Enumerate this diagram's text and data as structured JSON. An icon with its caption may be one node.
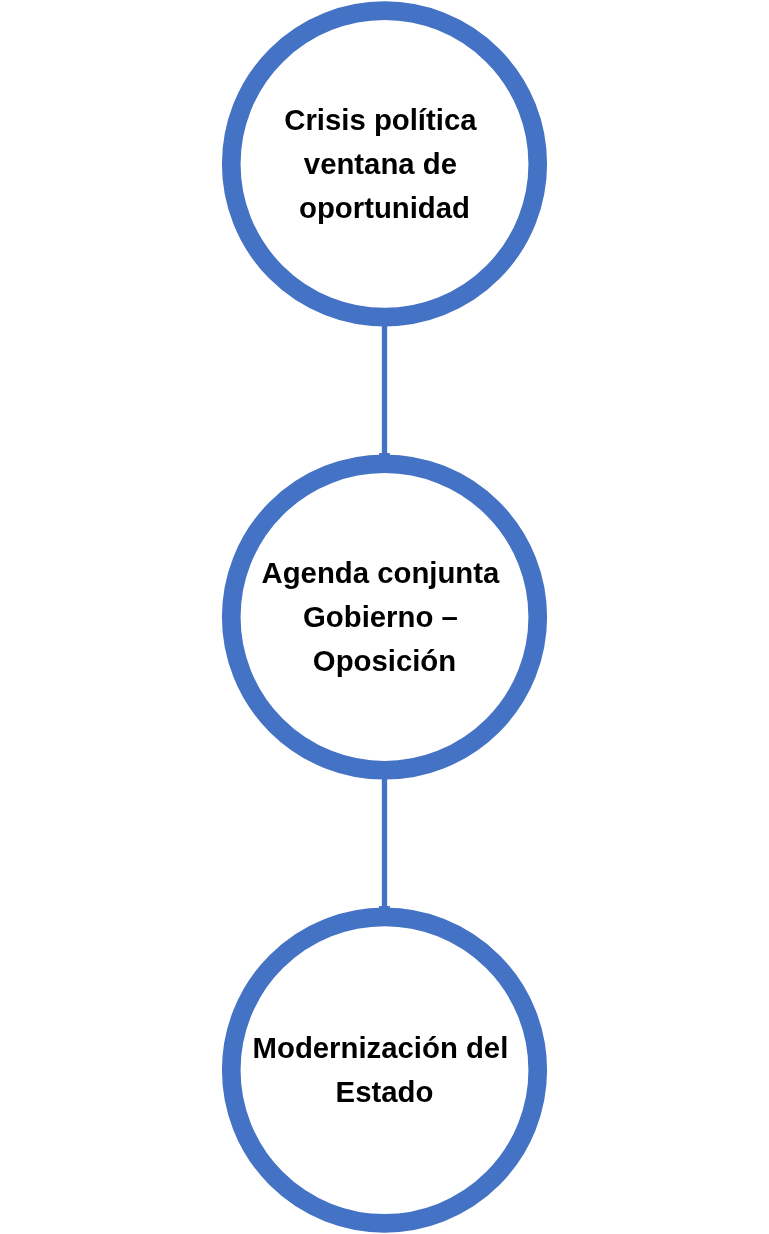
{
  "diagram": {
    "nodes": [
      {
        "text": [
          "Crisis política ventana de oportunidad"
        ]
      },
      {
        "text": [
          "Agenda conjunta Gobierno – Oposición"
        ]
      },
      {
        "text": [
          "Modernización del Estado"
        ]
      }
    ],
    "edges": [
      {
        "from": 0,
        "to": 1,
        "arrow": "to"
      },
      {
        "from": 1,
        "to": 2,
        "arrow": "to"
      }
    ]
  }
}
